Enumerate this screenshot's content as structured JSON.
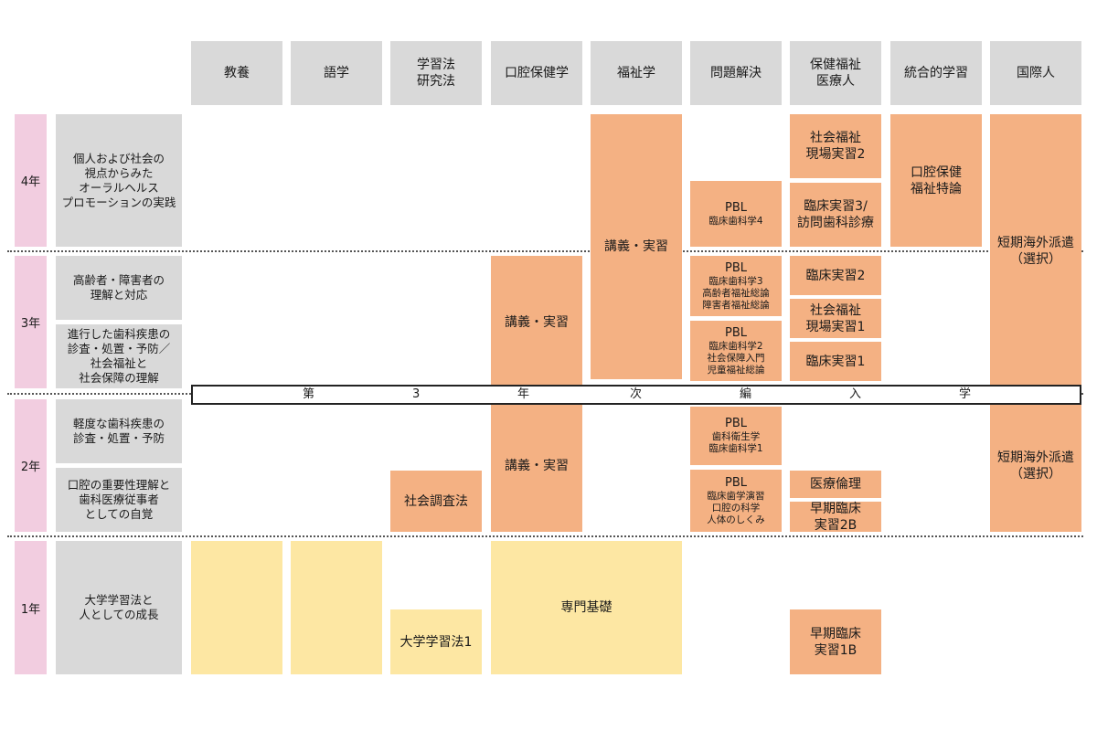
{
  "columns": [
    "教養",
    "語学",
    "学習法\n研究法",
    "口腔保健学",
    "福祉学",
    "問題解決",
    "保健福祉\n医療人",
    "統合的学習",
    "国際人"
  ],
  "years": [
    "4年",
    "3年",
    "2年",
    "1年"
  ],
  "themes": {
    "y4": "個人および社会の\n視点からみた\nオーラルヘルス\nプロモーションの実践",
    "y3a": "高齢者・障害者の\n理解と対応",
    "y3b": "進行した歯科疾患の\n診査・処置・予防／\n社会福祉と\n社会保障の理解",
    "y2a": "軽度な歯科疾患の\n診査・処置・予防",
    "y2b": "口腔の重要性理解と\n歯科医療従事者\nとしての自覚",
    "y1": "大学学習法と\n人としての成長"
  },
  "banner_chars": [
    "第",
    "3",
    "年",
    "次",
    "編",
    "入",
    "学"
  ],
  "courses": {
    "welfare_lecture": "講義・実習",
    "oral_lecture_3": "講義・実習",
    "oral_lecture_2": "講義・実習",
    "pbl_4": {
      "title": "PBL",
      "sub": "臨床歯科学4"
    },
    "pbl_3a": {
      "title": "PBL",
      "sub": "臨床歯科学3\n高齢者福祉総論\n障害者福祉総論"
    },
    "pbl_3b": {
      "title": "PBL",
      "sub": "臨床歯科学2\n社会保障入門\n児童福祉総論"
    },
    "pbl_2a": {
      "title": "PBL",
      "sub": "歯科衛生学\n臨床歯科学1"
    },
    "pbl_2b": {
      "title": "PBL",
      "sub": "臨床歯学演習\n口腔の科学\n人体のしくみ"
    },
    "social_practice_2": "社会福祉\n現場実習2",
    "clinical_3": "臨床実習3/\n訪問歯科診療",
    "clinical_2": "臨床実習2",
    "social_practice_1": "社会福祉\n現場実習1",
    "clinical_1": "臨床実習1",
    "ethics": "医療倫理",
    "early_2b": "早期臨床\n実習2B",
    "early_1b": "早期臨床\n実習1B",
    "integrated": "口腔保健\n福祉特論",
    "abroad_upper": "短期海外派遣\n（選択）",
    "abroad_lower": "短期海外派遣\n（選択）",
    "social_survey": "社会調査法",
    "study_skills_1": "大学学習法1",
    "specialized_basics": "専門基礎"
  },
  "colors": {
    "header": "#d9d9d9",
    "year_label": "#f2cde0",
    "orange": "#f4b183",
    "yellow": "#fde7a3"
  }
}
